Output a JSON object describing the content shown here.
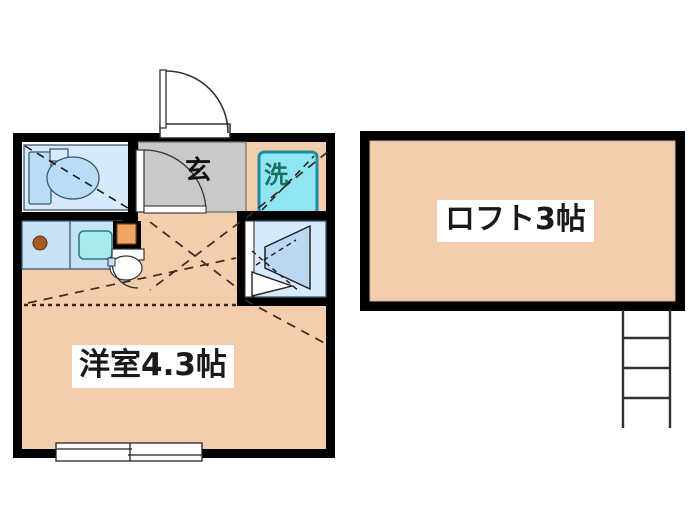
{
  "plan": {
    "type": "floor-plan",
    "palette": {
      "wall": "#000000",
      "floor": "#f4cdad",
      "water_fixture_fill": "#c7e2f7",
      "water_fixture_fill_light": "#dcebfa",
      "sink_fill": "#a6ecee",
      "washer_fill": "#8fe5f2",
      "tank_fill": "#efa464",
      "burner_fill": "#a55b23",
      "genkan_fill": "#c9c9c9",
      "white": "#ffffff",
      "line": "#222222"
    },
    "rooms": [
      {
        "id": "washitsu",
        "label": "洋室4.3帖",
        "meaning": "western-room",
        "size_jo": 4.3
      },
      {
        "id": "loft",
        "label": "ロフト3帖",
        "meaning": "loft",
        "size_jo": 3
      },
      {
        "id": "genkan",
        "label": "玄",
        "meaning": "entrance"
      },
      {
        "id": "washer",
        "label": "洗",
        "meaning": "washing-machine-space"
      }
    ],
    "fixtures": [
      {
        "id": "bathtub",
        "name": "bathtub"
      },
      {
        "id": "bath-basin",
        "name": "bath-wash-basin"
      },
      {
        "id": "kitchen-counter",
        "name": "kitchen-counter"
      },
      {
        "id": "stove-burner",
        "name": "stove-burner"
      },
      {
        "id": "kitchen-sink",
        "name": "kitchen-sink"
      },
      {
        "id": "toilet",
        "name": "toilet"
      },
      {
        "id": "toilet-tank",
        "name": "toilet-tank"
      },
      {
        "id": "shower-closet",
        "name": "shower-unit"
      },
      {
        "id": "entrance-door",
        "name": "entrance-door"
      },
      {
        "id": "balcony-window",
        "name": "sliding-window"
      },
      {
        "id": "loft-ladder",
        "name": "loft-ladder",
        "rungs": 3
      }
    ]
  }
}
